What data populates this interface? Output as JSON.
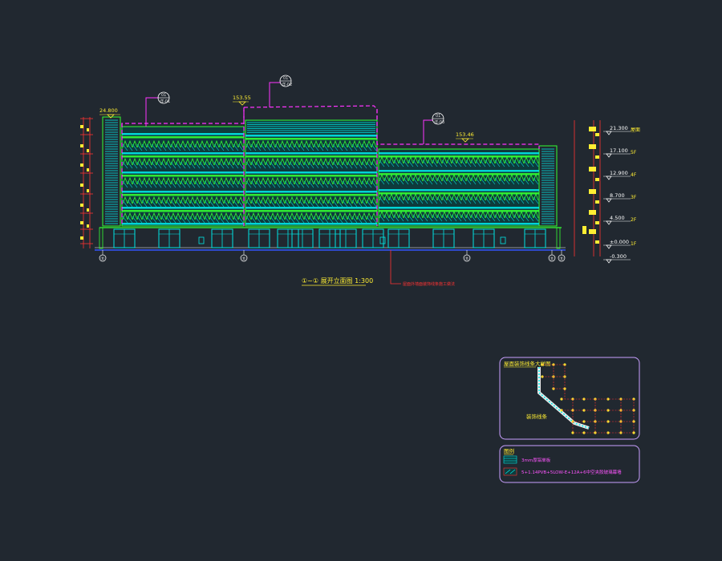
{
  "drawing": {
    "title": "①~① 展开立面图 1:300",
    "note_red": "屋面外墙面装饰线条施工做法",
    "colors": {
      "background": "#212830",
      "cyan": "#00e5e5",
      "green": "#33ff33",
      "magenta": "#ff33ff",
      "yellow": "#ffee33",
      "red": "#ff3333",
      "purple": "#c9a0ff",
      "blue": "#3355ff"
    }
  },
  "elevations_left": [
    "24.800"
  ],
  "elevations_top": [
    "153.55",
    "153.46"
  ],
  "elevations_right": [
    {
      "value": "21.300",
      "floor": "屋面"
    },
    {
      "value": "17.100",
      "floor": "5F"
    },
    {
      "value": "12.900",
      "floor": "4F"
    },
    {
      "value": "8.700",
      "floor": "3F"
    },
    {
      "value": "4.500",
      "floor": "2F"
    },
    {
      "value": "±0.000",
      "floor": "1F"
    },
    {
      "value": "-0.300",
      "floor": ""
    }
  ],
  "callouts": [
    {
      "num": "01",
      "sub": "详-01"
    },
    {
      "num": "01",
      "sub": "详-02"
    },
    {
      "num": "01",
      "sub": "详-03"
    }
  ],
  "axis_labels": [
    "⑪",
    "⑪",
    "⑪",
    "⑪",
    "⑪"
  ],
  "detail_box": {
    "title": "屋面装饰线条大样图",
    "label": "装饰线条"
  },
  "legend": {
    "title": "图例",
    "items": [
      {
        "text": "3mm厚铝单板"
      },
      {
        "text": "5+1.14PVB+5LOW-E+12A+6中空夹胶玻璃幕墙"
      }
    ]
  }
}
